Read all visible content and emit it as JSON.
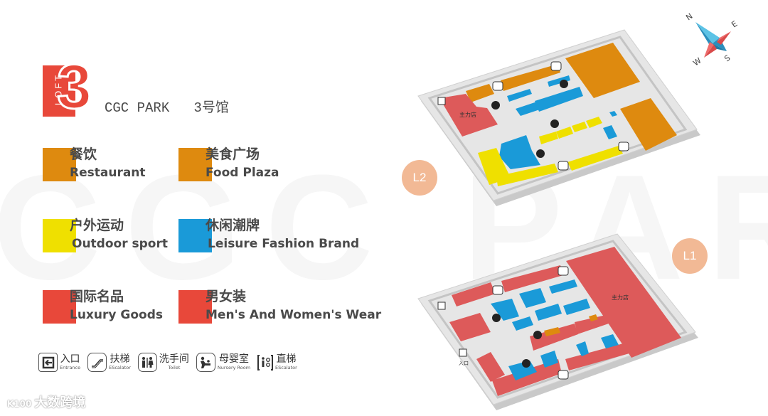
{
  "background": {
    "watermark": "CGC PARK"
  },
  "header": {
    "logo": {
      "letters": "LOFT",
      "number": "3"
    },
    "title": "CGC PARK   3号馆"
  },
  "colors": {
    "restaurant": "#de8a0f",
    "food_plaza": "#de8a0f",
    "outdoor_sport": "#efe000",
    "leisure_fashion": "#1a9ad8",
    "luxury_goods": "#e8483a",
    "mens_womens_wear": "#e8483a",
    "floor_badge": "#f2b995",
    "map_floor": "#e6e6e6",
    "anchor_store_red": "#dd5a5a"
  },
  "legend": [
    {
      "cn": "餐饮",
      "en": "Restaurant",
      "color": "#de8a0f"
    },
    {
      "cn": "美食广场",
      "en": "Food Plaza",
      "color": "#de8a0f"
    },
    {
      "cn": "户外运动",
      "en": "Outdoor sport",
      "color": "#efe000"
    },
    {
      "cn": "休闲潮牌",
      "en": "Leisure Fashion Brand",
      "color": "#1a9ad8"
    },
    {
      "cn": "国际名品",
      "en": "Luxury Goods",
      "color": "#e8483a"
    },
    {
      "cn": "男女装",
      "en": "Men's And Women's Wear",
      "color": "#e8483a"
    }
  ],
  "facilities": [
    {
      "icon": "entrance-icon",
      "glyph": "⇦",
      "cn": "入口",
      "en": "Entrance"
    },
    {
      "icon": "escalator-icon",
      "glyph": "⟋",
      "cn": "扶梯",
      "en": "EScalator"
    },
    {
      "icon": "toilet-icon",
      "glyph": "🚻",
      "cn": "洗手间",
      "en": "Toilet"
    },
    {
      "icon": "nursery-room-icon",
      "glyph": "👶",
      "cn": "母婴室",
      "en": "Nursery Room"
    },
    {
      "icon": "elevator-icon",
      "glyph": "⇅",
      "cn": "直梯",
      "en": "EScalator"
    }
  ],
  "floors": [
    {
      "id": "L2",
      "label": "L2",
      "anchor_store": "主力店"
    },
    {
      "id": "L1",
      "label": "L1",
      "anchor_store": "主力店",
      "entrance_label": "入口"
    }
  ],
  "compass": {
    "n": "N",
    "e": "E",
    "s": "S",
    "w": "W"
  },
  "footer": {
    "brand": "大数跨境",
    "brand_mark": "K100"
  }
}
